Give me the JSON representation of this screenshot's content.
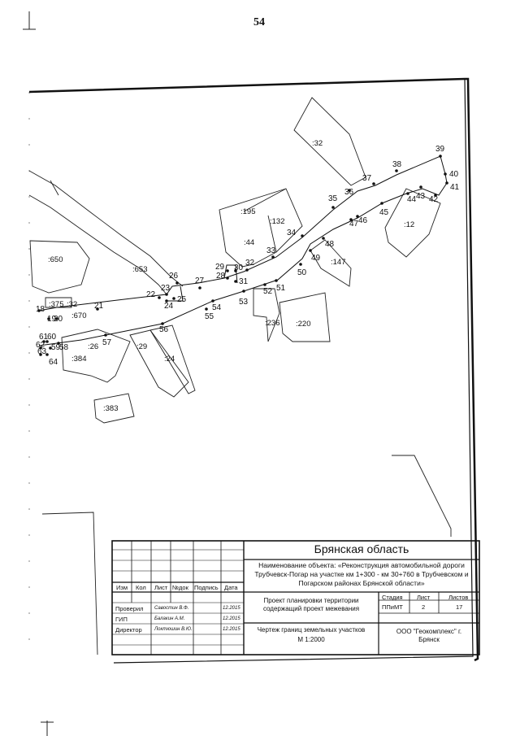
{
  "page_number": "54",
  "map": {
    "points": [
      {
        "id": "18"
      },
      {
        "id": "19"
      },
      {
        "id": "20"
      },
      {
        "id": "21"
      },
      {
        "id": "22"
      },
      {
        "id": "23"
      },
      {
        "id": "24"
      },
      {
        "id": "25"
      },
      {
        "id": "26"
      },
      {
        "id": "27"
      },
      {
        "id": "28"
      },
      {
        "id": "29"
      },
      {
        "id": "30"
      },
      {
        "id": "31"
      },
      {
        "id": "32"
      },
      {
        "id": "33"
      },
      {
        "id": "34"
      },
      {
        "id": "35"
      },
      {
        "id": "36"
      },
      {
        "id": "37"
      },
      {
        "id": "38"
      },
      {
        "id": "39"
      },
      {
        "id": "40"
      },
      {
        "id": "41"
      },
      {
        "id": "42"
      },
      {
        "id": "43"
      },
      {
        "id": "44"
      },
      {
        "id": "45"
      },
      {
        "id": "46"
      },
      {
        "id": "47"
      },
      {
        "id": "48"
      },
      {
        "id": "49"
      },
      {
        "id": "50"
      },
      {
        "id": "51"
      },
      {
        "id": "52"
      },
      {
        "id": "53"
      },
      {
        "id": "54"
      },
      {
        "id": "55"
      },
      {
        "id": "56"
      },
      {
        "id": "57"
      },
      {
        "id": "58"
      },
      {
        "id": "59"
      },
      {
        "id": "60"
      },
      {
        "id": "61"
      },
      {
        "id": "62"
      },
      {
        "id": "63"
      },
      {
        "id": "64"
      }
    ],
    "parcels": [
      ":653",
      ":650",
      ":375",
      ":32",
      ":670",
      ":26",
      ":384",
      ":29",
      ":24",
      ":383",
      ":195",
      ":132",
      ":44",
      ":147",
      ":236",
      ":220",
      ":12",
      ":32"
    ]
  },
  "title_block": {
    "region": "Брянская область",
    "object_name": "Наименование объекта: «Реконструкция автомобильной дороги Трубчевск-Погар на участке км 1+300 - км 30+760 в Трубчевском и Погарском районах Брянской области»",
    "columns": [
      "Изм",
      "Кол",
      "Лист",
      "№док",
      "Подпись",
      "Дата"
    ],
    "signers": [
      {
        "role": "Проверил",
        "name": "Савостин В.Ф.",
        "date": "12.2015"
      },
      {
        "role": "ГИП",
        "name": "Балакин А.М.",
        "date": "12.2015"
      },
      {
        "role": "Директор",
        "name": "Локтюшин В.Ю.",
        "date": "12.2015"
      }
    ],
    "project_title": "Проект планировки территории содержащий проект межевания",
    "stage_label": "Стадия",
    "sheet_label": "Лист",
    "sheets_label": "Листов",
    "stage_value": "ППиМТ",
    "sheet_value": "2",
    "sheets_value": "17",
    "drawing_title": "Чертеж границ земельных участков",
    "scale": "М 1:2000",
    "company": "ООО \"Геокомплекс\" г. Брянск"
  }
}
